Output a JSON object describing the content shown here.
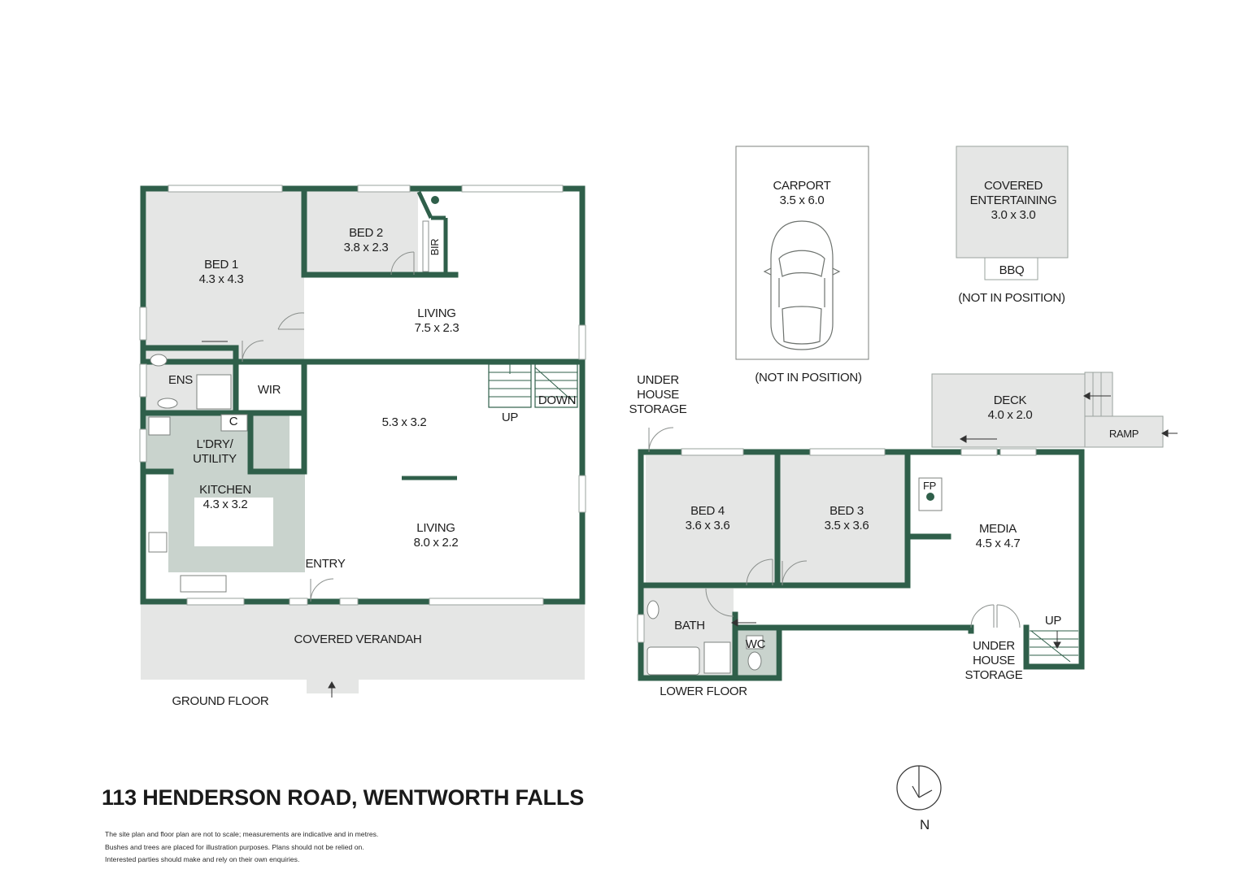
{
  "title": "113 HENDERSON ROAD, WENTWORTH FALLS",
  "disclaimer": [
    "The site plan and floor plan are not to scale; measurements are indicative and in metres.",
    "Bushes and trees are placed for illustration purposes. Plans should not be relied on.",
    "Interested parties should make and rely on their own enquiries."
  ],
  "colors": {
    "wall": "#2f5f4a",
    "room_grey": "#e5e6e5",
    "room_green": "#c9d3cd",
    "text": "#1e1e1e"
  },
  "ground_floor": {
    "caption": "GROUND FLOOR",
    "bed1": {
      "name": "BED 1",
      "dims": "4.3 x 4.3"
    },
    "bed2": {
      "name": "BED 2",
      "dims": "3.8 x 2.3"
    },
    "bir": "BIR",
    "living_top": {
      "name": "LIVING",
      "dims": "7.5 x 2.3"
    },
    "ens": "ENS",
    "wir": "WIR",
    "center_dims": "5.3 x 3.2",
    "up": "UP",
    "down": "DOWN",
    "c": "C",
    "laundry": [
      "L'DRY/",
      "UTILITY"
    ],
    "kitchen": {
      "name": "KITCHEN",
      "dims": "4.3 x 3.2"
    },
    "living_bottom": {
      "name": "LIVING",
      "dims": "8.0 x 2.2"
    },
    "entry": "ENTRY",
    "verandah": "COVERED VERANDAH"
  },
  "site": {
    "carport": {
      "name": "CARPORT",
      "dims": "3.5 x 6.0"
    },
    "carport_note": "(NOT IN POSITION)",
    "entertaining": {
      "lines": [
        "COVERED",
        "ENTERTAINING"
      ],
      "dims": "3.0 x 3.0"
    },
    "bbq": "BBQ",
    "entertaining_note": "(NOT IN POSITION)"
  },
  "lower_floor": {
    "caption": "LOWER FLOOR",
    "under_house_storage_top": [
      "UNDER",
      "HOUSE",
      "STORAGE"
    ],
    "deck": {
      "name": "DECK",
      "dims": "4.0 x 2.0"
    },
    "ramp": "RAMP",
    "bed4": {
      "name": "BED 4",
      "dims": "3.6 x 3.6"
    },
    "bed3": {
      "name": "BED 3",
      "dims": "3.5 x 3.6"
    },
    "fp": "FP",
    "media": {
      "name": "MEDIA",
      "dims": "4.5 x 4.7"
    },
    "bath": "BATH",
    "wc": "WC",
    "up": "UP",
    "under_house_storage_bottom": [
      "UNDER",
      "HOUSE",
      "STORAGE"
    ]
  },
  "compass": "N"
}
